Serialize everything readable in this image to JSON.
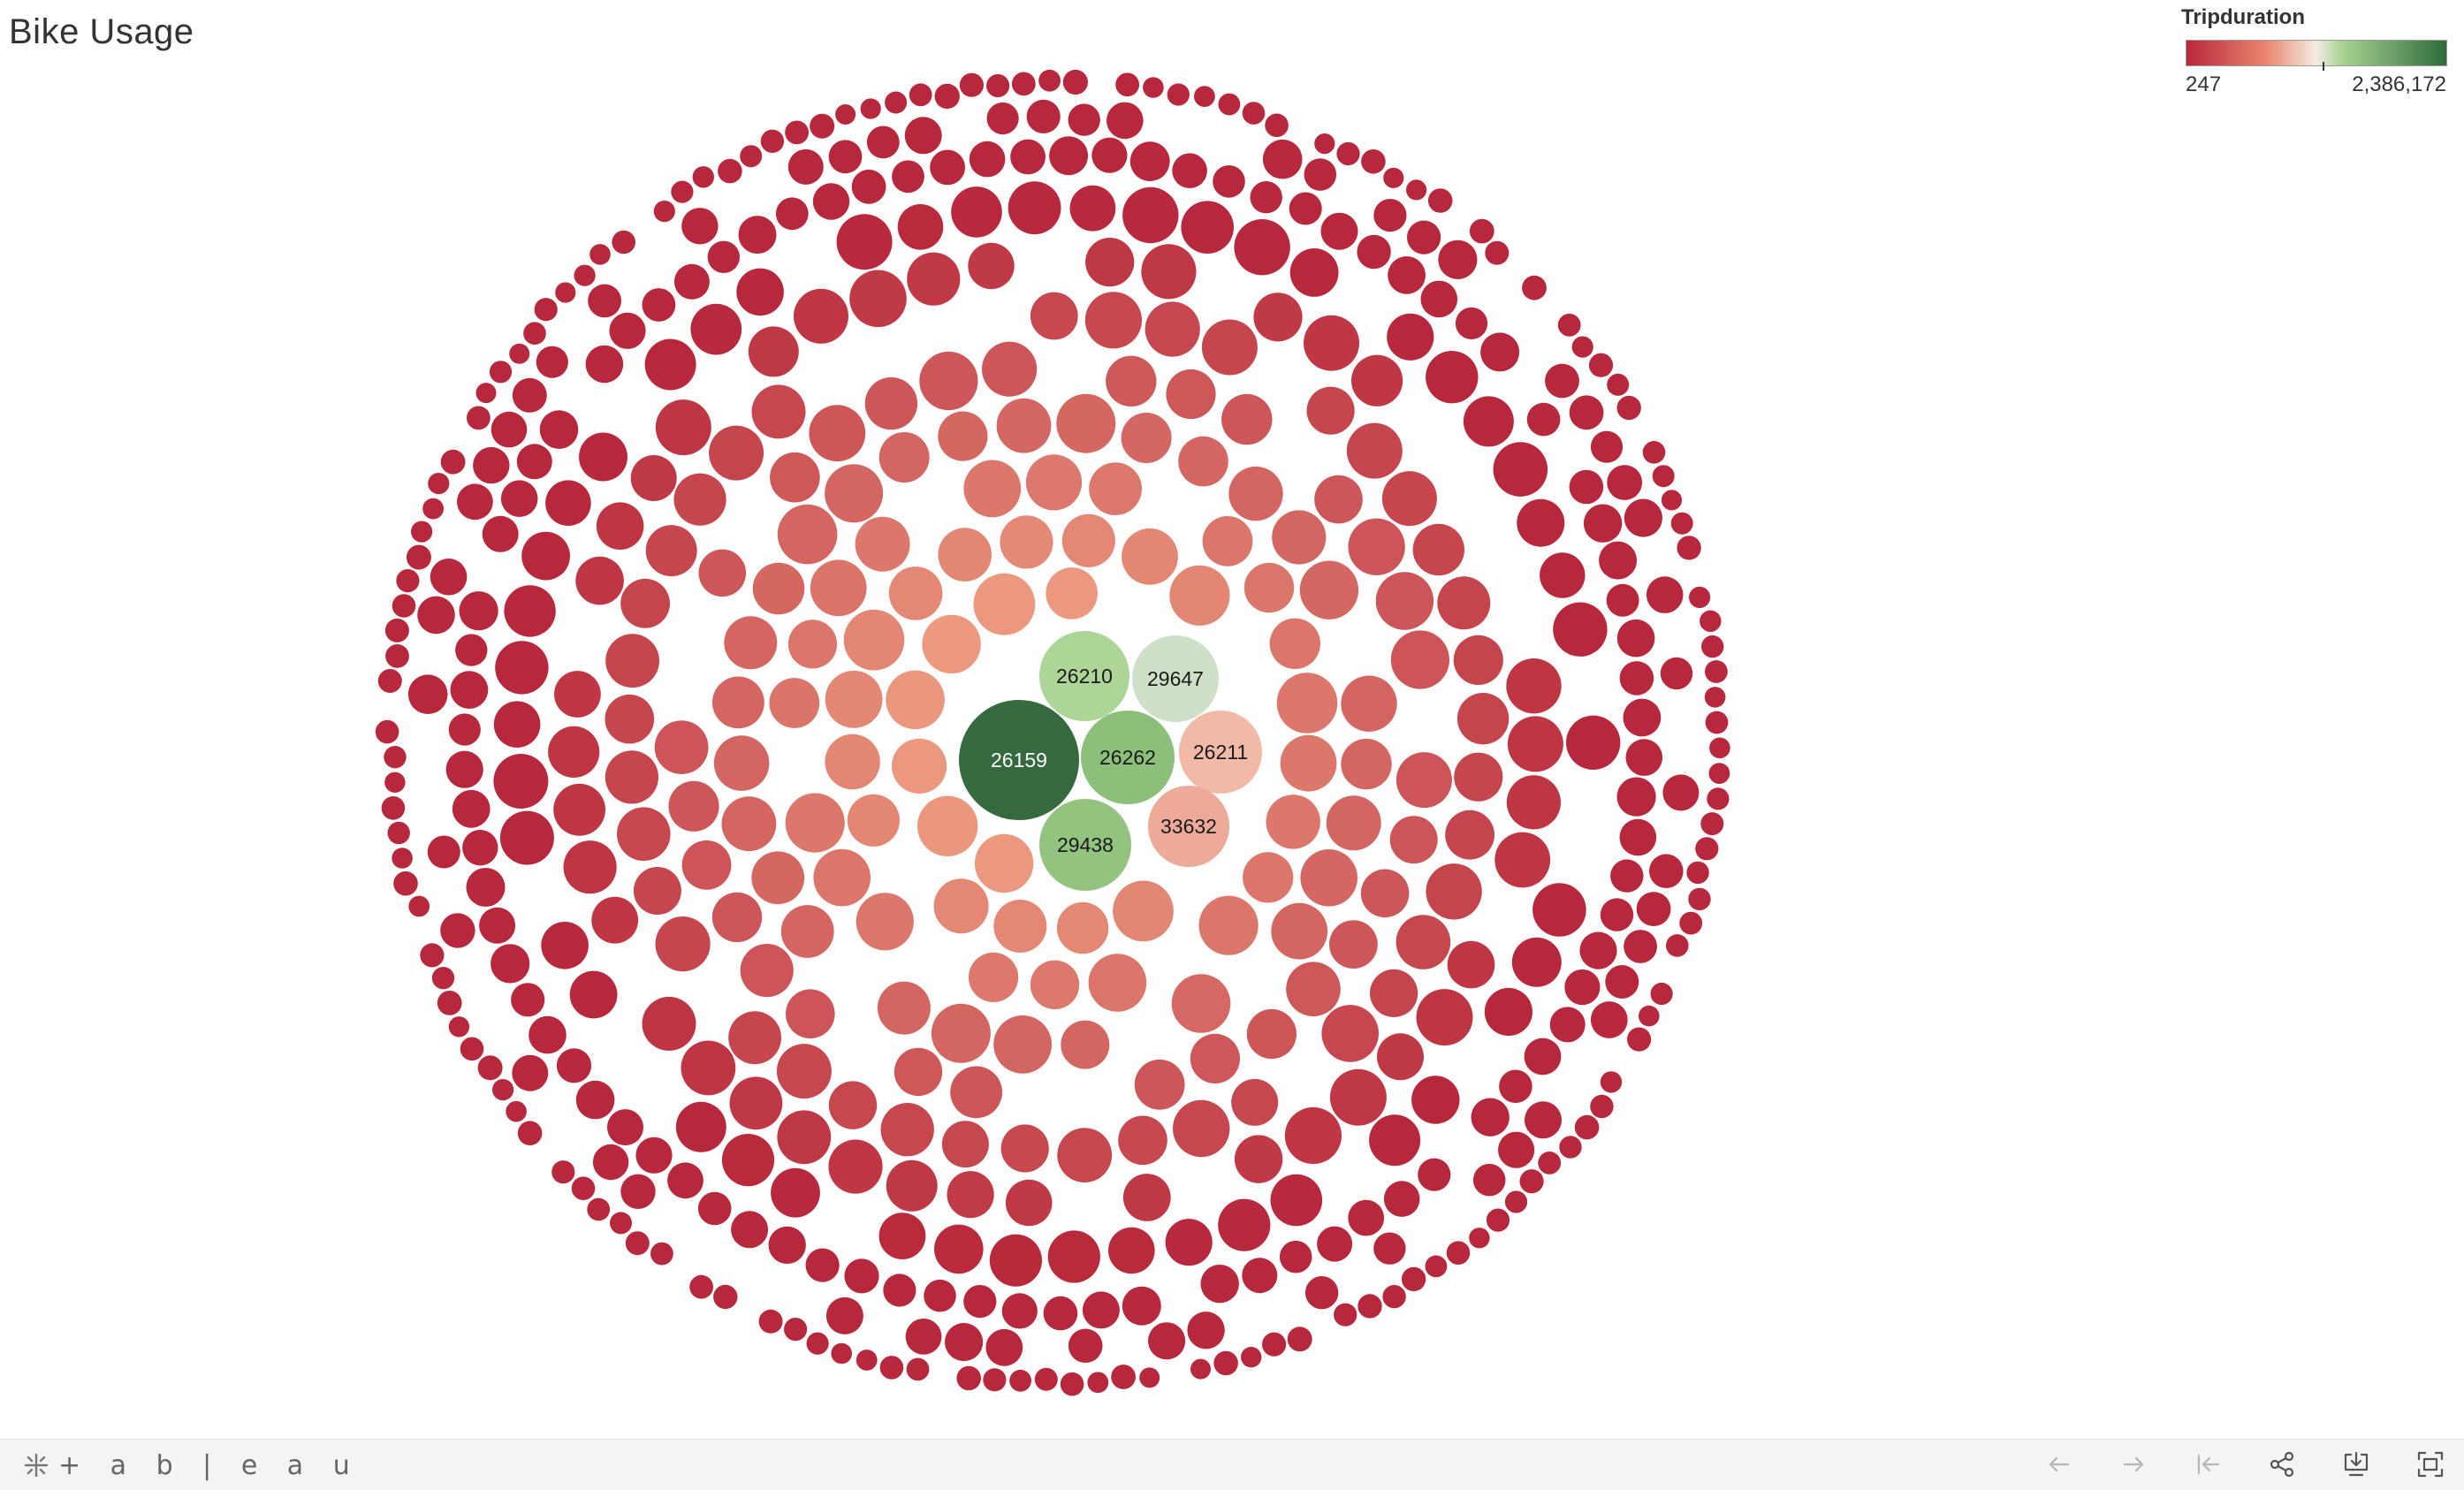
{
  "page": {
    "title": "Bike Usage"
  },
  "legend": {
    "title": "Tripduration",
    "min_label": "247",
    "max_label": "2,386,172",
    "colors": {
      "low": "#b8283c",
      "mid_low": "#e9836c",
      "mid": "#f3ebe4",
      "mid_high": "#a7d392",
      "high": "#2e6b3c"
    }
  },
  "footer": {
    "logo_text": "+ a b | e a u",
    "toolbar": [
      {
        "name": "undo-button",
        "icon": "arrow-left-icon",
        "enabled": false
      },
      {
        "name": "redo-button",
        "icon": "arrow-right-icon",
        "enabled": false
      },
      {
        "name": "revert-button",
        "icon": "revert-icon",
        "enabled": false
      },
      {
        "name": "share-button",
        "icon": "share-icon",
        "enabled": true
      },
      {
        "name": "download-button",
        "icon": "download-icon",
        "enabled": true
      },
      {
        "name": "fullscreen-button",
        "icon": "fullscreen-icon",
        "enabled": true
      }
    ]
  },
  "chart_data": {
    "type": "packed-bubble",
    "title": "Bike Usage",
    "color_field": "Tripduration",
    "color_range": [
      247,
      2386172
    ],
    "labeled_bubbles": [
      {
        "label": "26159",
        "value": 2386172,
        "color": "#356a3e",
        "text_color": "#ffffff"
      },
      {
        "label": "26262",
        "value": 1550000,
        "color": "#8cc07a",
        "text_color": "#1a1a1a"
      },
      {
        "label": "29438",
        "value": 1450000,
        "color": "#93c47f",
        "text_color": "#1a1a1a"
      },
      {
        "label": "26210",
        "value": 1300000,
        "color": "#add598",
        "text_color": "#1a1a1a"
      },
      {
        "label": "29647",
        "value": 1050000,
        "color": "#cfe0c7",
        "text_color": "#1a1a1a"
      },
      {
        "label": "26211",
        "value": 700000,
        "color": "#f1b9a6",
        "text_color": "#1a1a1a"
      },
      {
        "label": "33632",
        "value": 650000,
        "color": "#eeaa98",
        "text_color": "#1a1a1a"
      }
    ],
    "unlabeled_bubble_count": 900
  }
}
